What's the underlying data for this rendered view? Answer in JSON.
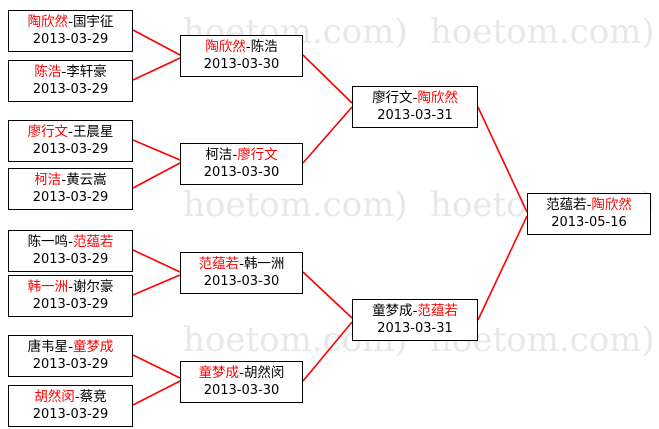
{
  "diagram": {
    "type": "tournament-bracket",
    "watermark_text": "hoetom.com)",
    "winner_color": "#ff0000",
    "loser_color": "#000000",
    "line_color": "#ff0000",
    "watermarks": [
      "hoetom.com)",
      "hoetom.com)",
      "hoetom.com)",
      "hoetom.com)",
      "hoetom.com)",
      "hoetom.com)"
    ],
    "rounds": [
      {
        "name": "round-1",
        "matches": [
          {
            "id": "r1m1",
            "left": "陶欣然",
            "sep": "-",
            "right": "国宇征",
            "left_winner": true,
            "right_winner": false,
            "date": "2013-03-29"
          },
          {
            "id": "r1m2",
            "left": "陈浩",
            "sep": "-",
            "right": "李轩豪",
            "left_winner": true,
            "right_winner": false,
            "date": "2013-03-29"
          },
          {
            "id": "r1m3",
            "left": "廖行文",
            "sep": "-",
            "right": "王晨星",
            "left_winner": true,
            "right_winner": false,
            "date": "2013-03-29"
          },
          {
            "id": "r1m4",
            "left": "柯洁",
            "sep": "-",
            "right": "黄云嵩",
            "left_winner": true,
            "right_winner": false,
            "date": "2013-03-29"
          },
          {
            "id": "r1m5",
            "left": "陈一鸣",
            "sep": "-",
            "right": "范蕴若",
            "left_winner": false,
            "right_winner": true,
            "date": "2013-03-29"
          },
          {
            "id": "r1m6",
            "left": "韩一洲",
            "sep": "-",
            "right": "谢尔豪",
            "left_winner": true,
            "right_winner": false,
            "date": "2013-03-29"
          },
          {
            "id": "r1m7",
            "left": "唐韦星",
            "sep": "-",
            "right": "童梦成",
            "left_winner": false,
            "right_winner": true,
            "date": "2013-03-29"
          },
          {
            "id": "r1m8",
            "left": "胡然闵",
            "sep": "-",
            "right": "蔡竞",
            "left_winner": true,
            "right_winner": false,
            "date": "2013-03-29"
          }
        ]
      },
      {
        "name": "round-2",
        "matches": [
          {
            "id": "r2m1",
            "left": "陶欣然",
            "sep": "-",
            "right": "陈浩",
            "left_winner": true,
            "right_winner": false,
            "date": "2013-03-30"
          },
          {
            "id": "r2m2",
            "left": "柯洁",
            "sep": "-",
            "right": "廖行文",
            "left_winner": false,
            "right_winner": true,
            "date": "2013-03-30"
          },
          {
            "id": "r2m3",
            "left": "范蕴若",
            "sep": "-",
            "right": "韩一洲",
            "left_winner": true,
            "right_winner": false,
            "date": "2013-03-30"
          },
          {
            "id": "r2m4",
            "left": "童梦成",
            "sep": "-",
            "right": "胡然闵",
            "left_winner": true,
            "right_winner": false,
            "date": "2013-03-30"
          }
        ]
      },
      {
        "name": "semifinal",
        "matches": [
          {
            "id": "r3m1",
            "left": "廖行文",
            "sep": "-",
            "right": "陶欣然",
            "left_winner": false,
            "right_winner": true,
            "date": "2013-03-31"
          },
          {
            "id": "r3m2",
            "left": "童梦成",
            "sep": "-",
            "right": "范蕴若",
            "left_winner": false,
            "right_winner": true,
            "date": "2013-03-31"
          }
        ]
      },
      {
        "name": "final",
        "matches": [
          {
            "id": "r4m1",
            "left": "范蕴若",
            "sep": "-",
            "right": "陶欣然",
            "left_winner": false,
            "right_winner": true,
            "date": "2013-05-16"
          }
        ]
      }
    ]
  }
}
